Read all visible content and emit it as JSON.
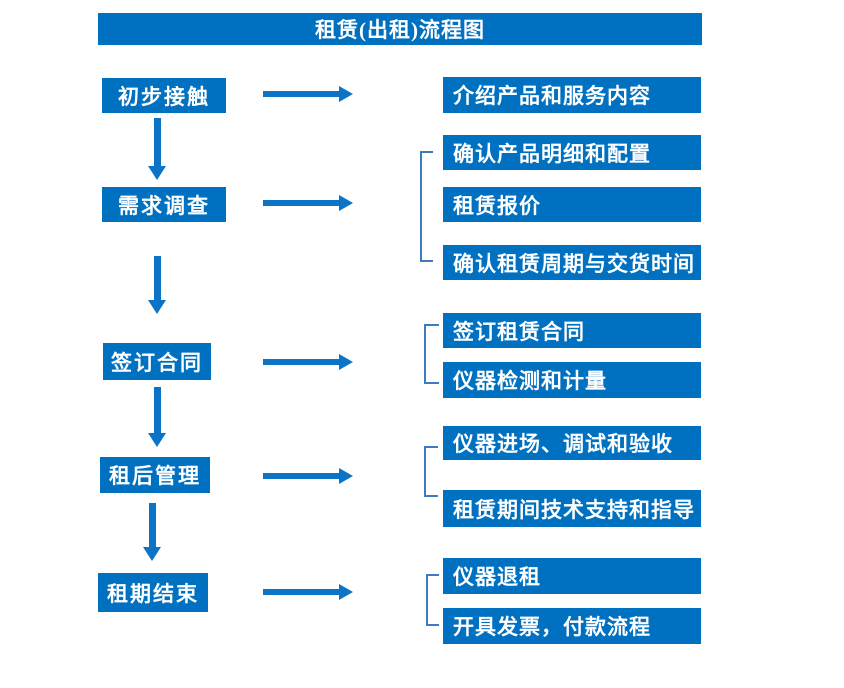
{
  "title": "租赁(出租)流程图",
  "colors": {
    "primary_blue": "#0070C0",
    "arrow_blue": "#0C74C6",
    "bracket_blue": "#3F7CBF",
    "text_white": "#FFFFFF",
    "background": "#FFFFFF"
  },
  "left_steps": [
    {
      "label": "初步接触"
    },
    {
      "label": "需求调查"
    },
    {
      "label": "签订合同"
    },
    {
      "label": "租后管理"
    },
    {
      "label": "租期结束"
    }
  ],
  "right_groups": [
    {
      "items": [
        "介绍产品和服务内容"
      ]
    },
    {
      "items": [
        "确认产品明细和配置",
        "租赁报价",
        "确认租赁周期与交货时间"
      ]
    },
    {
      "items": [
        "签订租赁合同",
        "仪器检测和计量"
      ]
    },
    {
      "items": [
        "仪器进场、调试和验收",
        "租赁期间技术支持和指导"
      ]
    },
    {
      "items": [
        "仪器退租",
        "开具发票，付款流程"
      ]
    }
  ]
}
